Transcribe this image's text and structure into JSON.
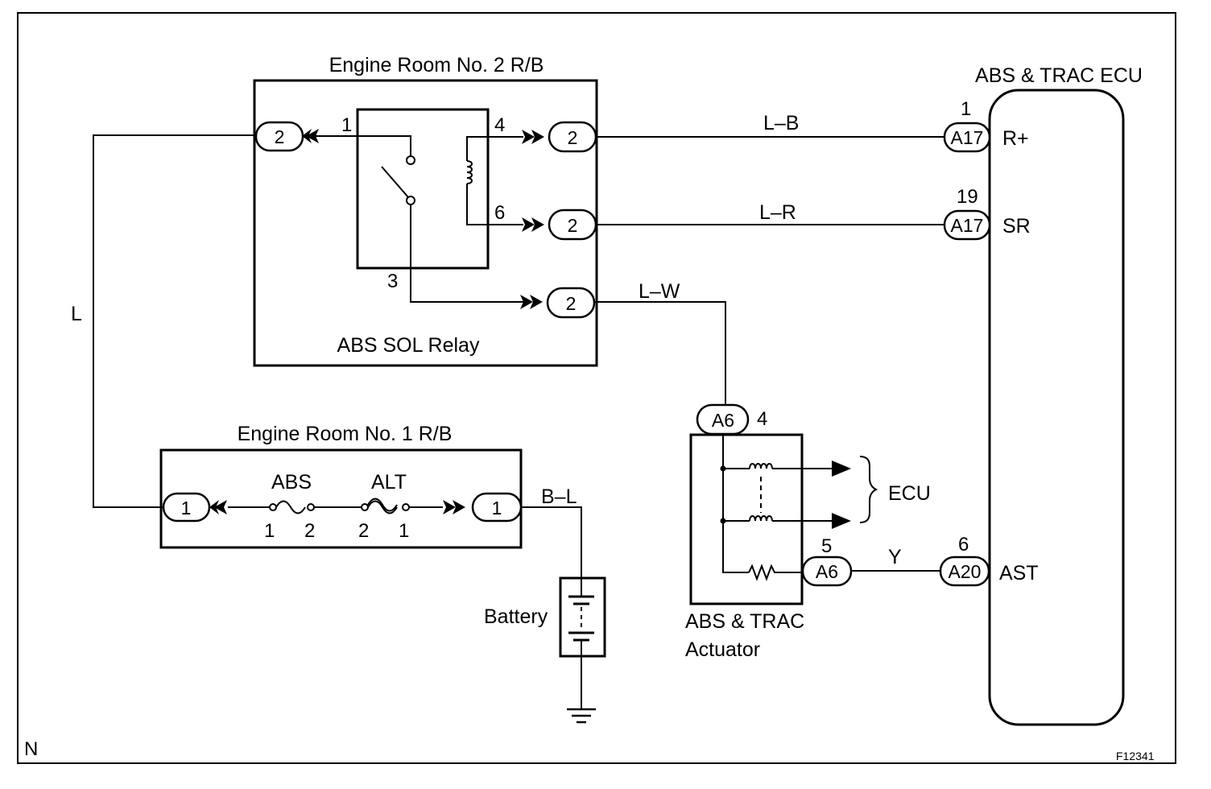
{
  "diagram": {
    "code": "F12341",
    "corner_label": "N",
    "relay_box_2": {
      "title": "Engine Room No. 2 R/B",
      "relay_name": "ABS SOL Relay",
      "pins": [
        "1",
        "4",
        "6",
        "3"
      ],
      "connector_label": "2"
    },
    "relay_box_1": {
      "title": "Engine Room No. 1 R/B",
      "connector_label": "1",
      "fuses": [
        {
          "name": "ABS",
          "pin_left": "1",
          "pin_right": "2"
        },
        {
          "name": "ALT",
          "pin_left": "2",
          "pin_right": "1"
        }
      ]
    },
    "battery": {
      "label": "Battery"
    },
    "actuator": {
      "title_line1": "ABS & TRAC",
      "title_line2": "Actuator",
      "connector": "A6",
      "pin_top": "4",
      "pin_right": "5",
      "ecu_label": "ECU"
    },
    "ecu": {
      "title": "ABS & TRAC ECU",
      "terminals": [
        {
          "pin": "1",
          "connector": "A17",
          "name": "R+"
        },
        {
          "pin": "19",
          "connector": "A17",
          "name": "SR"
        },
        {
          "pin": "6",
          "connector": "A20",
          "name": "AST"
        }
      ]
    },
    "wires": {
      "l": "L",
      "lb": "L–B",
      "lr": "L–R",
      "lw": "L–W",
      "bl": "B–L",
      "y": "Y"
    }
  }
}
